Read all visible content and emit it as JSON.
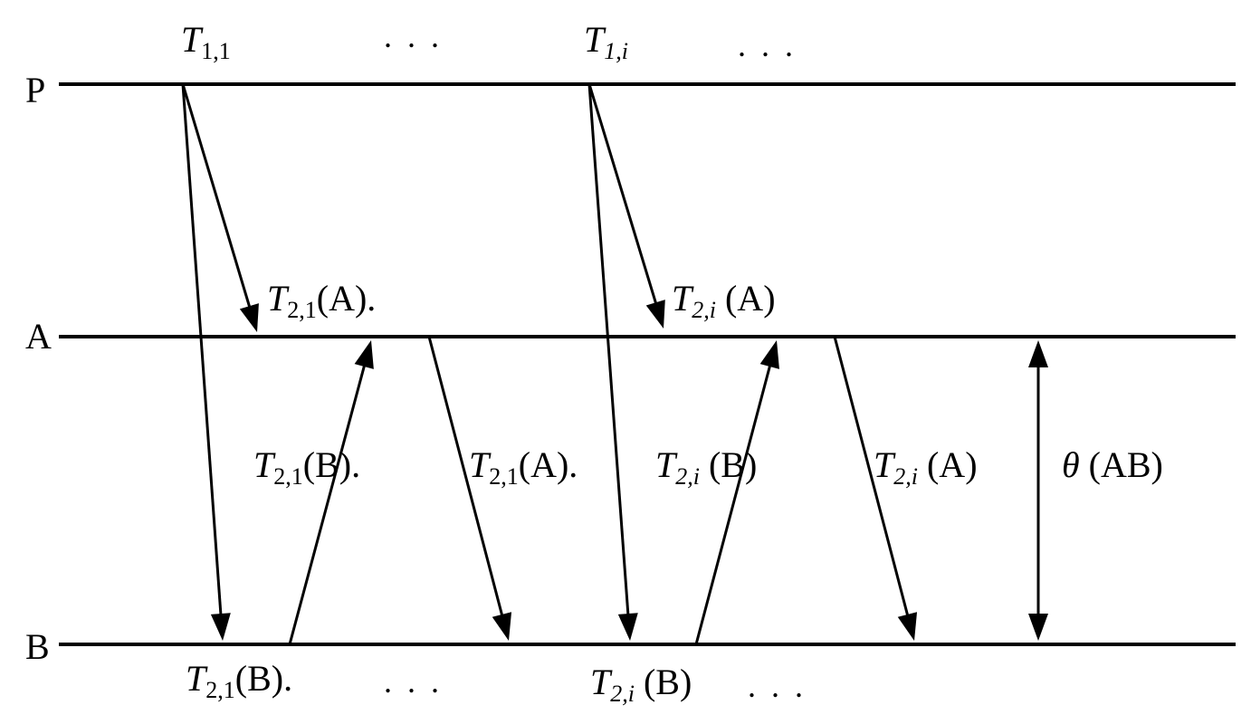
{
  "lines": [
    {
      "key": "P",
      "label": "P"
    },
    {
      "key": "A",
      "label": "A"
    },
    {
      "key": "B",
      "label": "B"
    }
  ],
  "labels": {
    "t11": {
      "main": "T",
      "sub": "1,1",
      "suffix": ""
    },
    "t1i": {
      "main": "T",
      "sub": "1,i",
      "suffix": ""
    },
    "t21A_top": {
      "main": "T",
      "sub": "2,1",
      "suffix": "(A)."
    },
    "t2iA_top": {
      "main": "T",
      "sub": "2,i",
      "suffix": " (A)"
    },
    "t21B_mid": {
      "main": "T",
      "sub": "2,1",
      "suffix": "(B)."
    },
    "t21A_mid": {
      "main": "T",
      "sub": "2,1",
      "suffix": "(A)."
    },
    "t2iB_mid": {
      "main": "T",
      "sub": "2,i",
      "suffix": " (B)"
    },
    "t2iA_mid": {
      "main": "T",
      "sub": "2,i",
      "suffix": " (A)"
    },
    "theta": {
      "main": "θ",
      "sub": "",
      "suffix": " (AB)"
    },
    "t21B_bot": {
      "main": "T",
      "sub": "2,1",
      "suffix": "(B)."
    },
    "t2iB_bot": {
      "main": "T",
      "sub": "2,i",
      "suffix": " (B)"
    }
  },
  "ellipses": {
    "top_left": ". . .",
    "top_right": ". . .",
    "bottom_left": ". . .",
    "bottom_right": ". . ."
  }
}
